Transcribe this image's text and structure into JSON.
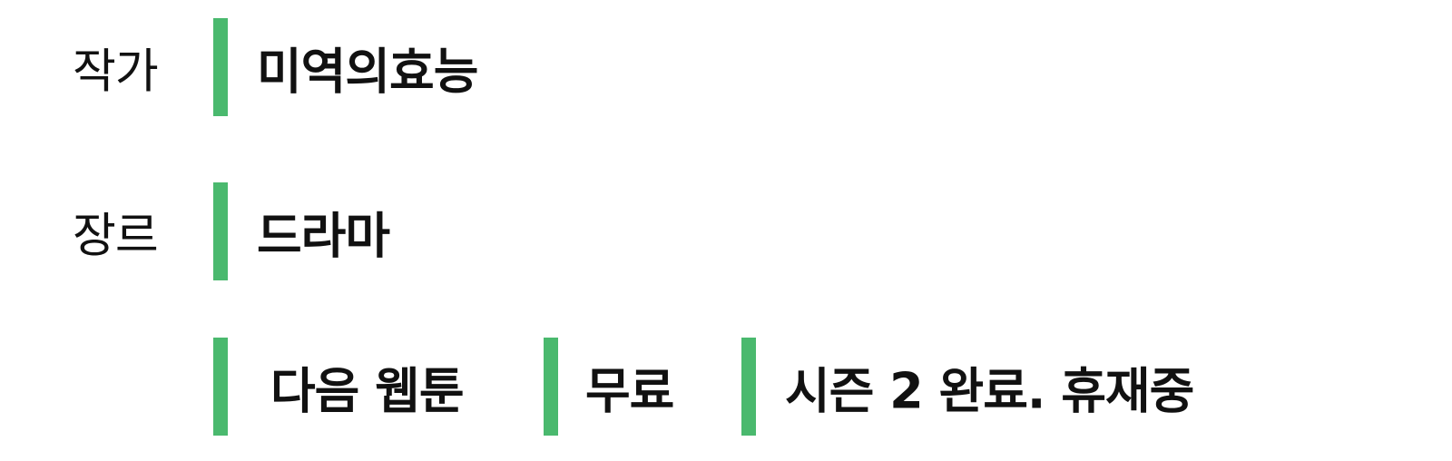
{
  "info": {
    "author_label": "작가",
    "author_value": "미역의효능",
    "genre_label": "장르",
    "genre_value": "드라마",
    "platform": "다음 웹툰",
    "price": "무료",
    "status": "시즌 2 완료. 휴재중"
  },
  "colors": {
    "accent_bar": "#4ab96e",
    "text": "#111111"
  }
}
